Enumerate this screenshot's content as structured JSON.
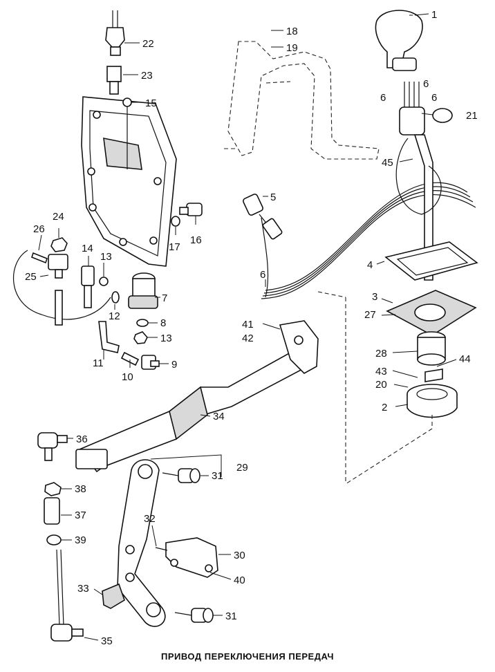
{
  "caption": "ПРИВОД ПЕРЕКЛЮЧЕНИЯ ПЕРЕДАЧ",
  "labels": {
    "l1": "1",
    "l2": "2",
    "l3": "3",
    "l4": "4",
    "l5": "5",
    "l6a": "6",
    "l6b": "6",
    "l6c": "6",
    "l6d": "6",
    "l7": "7",
    "l8": "8",
    "l9": "9",
    "l10": "10",
    "l11": "11",
    "l12": "12",
    "l13a": "13",
    "l13b": "13",
    "l14": "14",
    "l15": "15",
    "l16": "16",
    "l17": "17",
    "l18": "18",
    "l19": "19",
    "l20": "20",
    "l21": "21",
    "l22": "22",
    "l23": "23",
    "l24": "24",
    "l25": "25",
    "l26": "26",
    "l27": "27",
    "l28": "28",
    "l29": "29",
    "l30": "30",
    "l31a": "31",
    "l31b": "31",
    "l32": "32",
    "l33": "33",
    "l34": "34",
    "l35": "35",
    "l36": "36",
    "l37": "37",
    "l38": "38",
    "l39": "39",
    "l40": "40",
    "l41": "41",
    "l42": "42",
    "l43": "43",
    "l44": "44",
    "l45": "45"
  }
}
